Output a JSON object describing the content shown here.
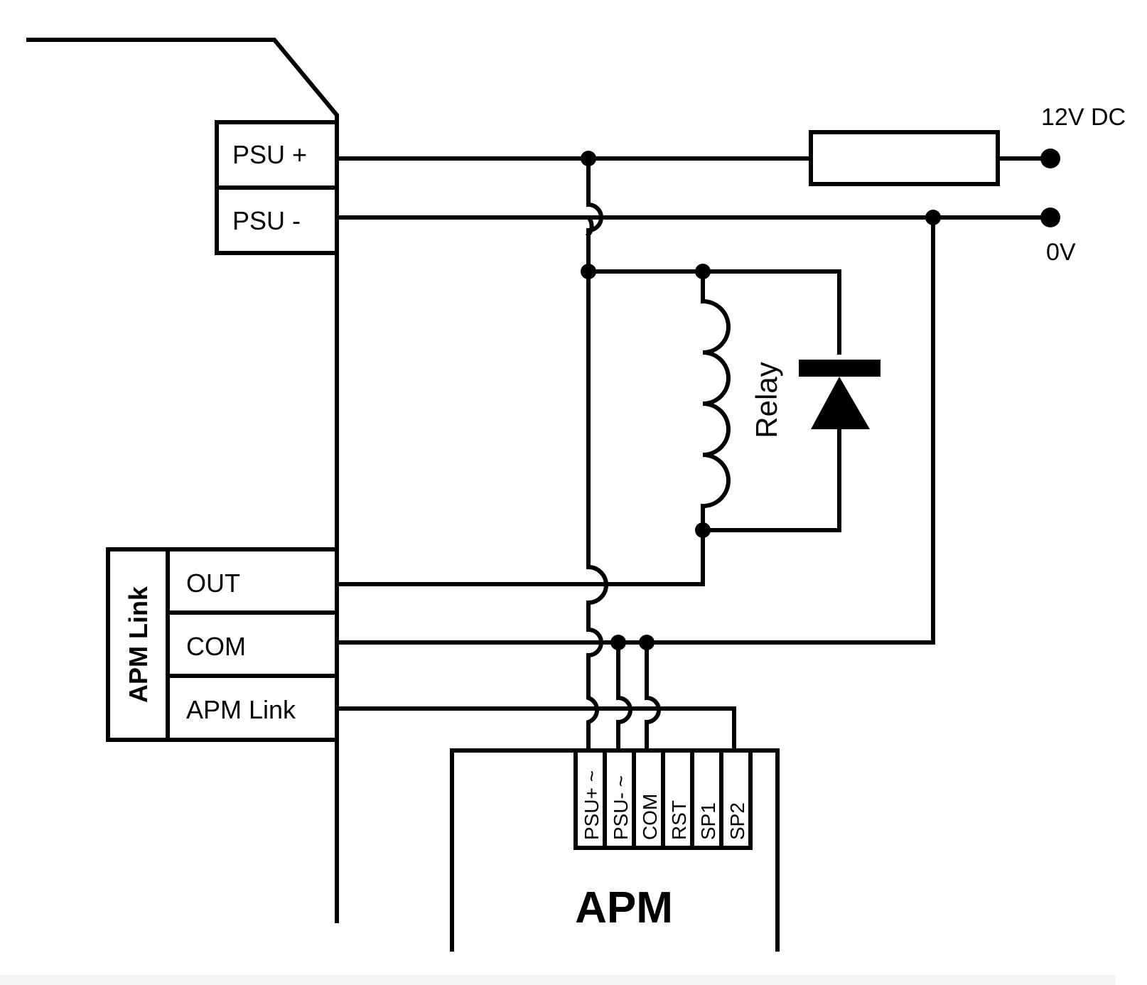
{
  "panel": {
    "psu_plus": "PSU +",
    "psu_minus": "PSU -",
    "apm_link_group": "APM Link",
    "out": "OUT",
    "com": "COM",
    "apm_link": "APM Link"
  },
  "supply": {
    "positive": "12V DC",
    "negative": "0V"
  },
  "relay": {
    "label": "Relay"
  },
  "apm": {
    "title": "APM",
    "terminals": [
      "PSU+ ~",
      "PSU- ~",
      "COM",
      "RST",
      "SP1",
      "SP2"
    ]
  }
}
